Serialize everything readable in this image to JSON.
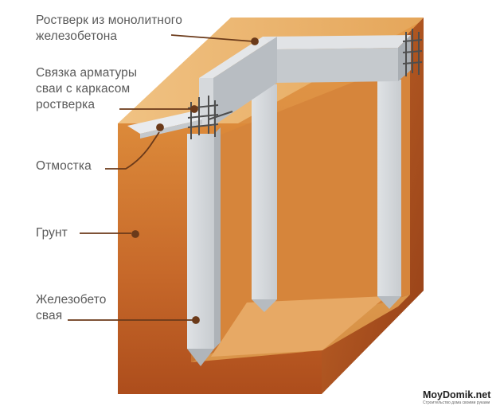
{
  "labels": {
    "rostverk": "Ростверк из монолитного\nжелезобетона",
    "svyazka": "Связка арматуры\nсваи с каркасом\nростверка",
    "otmostka": "Отмостка",
    "grunt": "Грунт",
    "svaya": "Железобето\nсвая"
  },
  "brand": {
    "name": "MoyDomik.net",
    "tagline": "Строительство дома своими руками"
  },
  "colors": {
    "soil_light": "#e8a04a",
    "soil_dark": "#b2541f",
    "concrete": "#d2d6da",
    "concrete_dark": "#a9aeb3",
    "leader_line": "#6b3a1a"
  }
}
